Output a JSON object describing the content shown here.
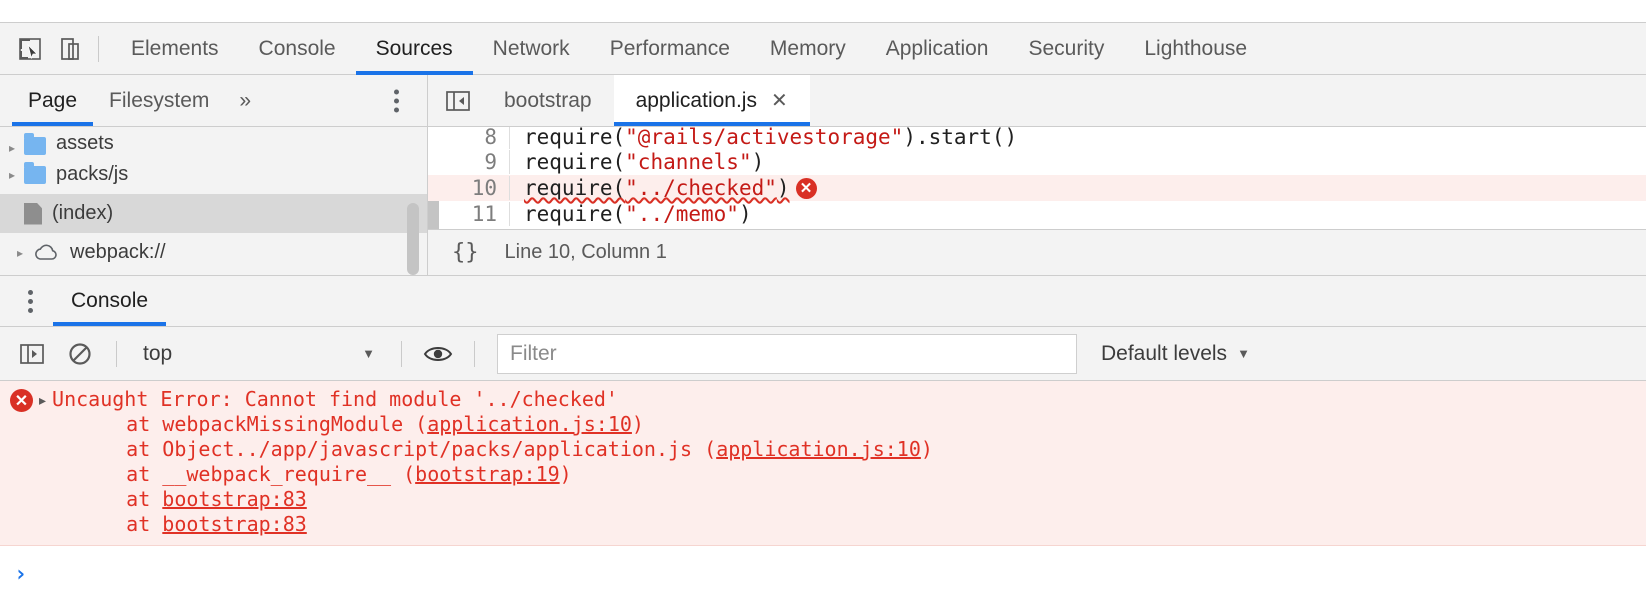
{
  "toolbar": {
    "inspect_icon": "inspect-cursor-icon",
    "device_icon": "device-toolbar-icon",
    "tabs": [
      {
        "label": "Elements",
        "active": false
      },
      {
        "label": "Console",
        "active": false
      },
      {
        "label": "Sources",
        "active": true
      },
      {
        "label": "Network",
        "active": false
      },
      {
        "label": "Performance",
        "active": false
      },
      {
        "label": "Memory",
        "active": false
      },
      {
        "label": "Application",
        "active": false
      },
      {
        "label": "Security",
        "active": false
      },
      {
        "label": "Lighthouse",
        "active": false
      }
    ]
  },
  "navigator": {
    "tabs": [
      {
        "label": "Page",
        "active": true
      },
      {
        "label": "Filesystem",
        "active": false
      }
    ],
    "more_label": "»",
    "kebab_icon": "more-options-icon",
    "tree": [
      {
        "label": "assets",
        "type": "folder",
        "arrow": true,
        "selected": false,
        "clipped": true
      },
      {
        "label": "packs/js",
        "type": "folder",
        "arrow": true,
        "selected": false,
        "clipped": false
      },
      {
        "label": "(index)",
        "type": "file",
        "arrow": false,
        "selected": true,
        "clipped": false
      },
      {
        "label": "webpack://",
        "type": "cloud",
        "arrow": true,
        "selected": false,
        "clipped": false
      }
    ]
  },
  "editor": {
    "collapse_icon": "collapse-sidebar-icon",
    "tabs": [
      {
        "label": "bootstrap",
        "active": false,
        "closable": false
      },
      {
        "label": "application.js",
        "active": true,
        "closable": true,
        "close_label": "✕"
      }
    ],
    "lines": [
      {
        "num": "8",
        "pre": "require(",
        "str": "\"@rails/activestorage\"",
        "post": ").start()",
        "error": false
      },
      {
        "num": "9",
        "pre": "require(",
        "str": "\"channels\"",
        "post": ")",
        "error": false
      },
      {
        "num": "10",
        "pre": "require(",
        "str": "\"../checked\"",
        "post": ")",
        "error": true,
        "badge": "✕"
      },
      {
        "num": "11",
        "pre": "require(",
        "str": "\"../memo\"",
        "post": ")",
        "error": false
      }
    ],
    "status": {
      "pretty_print": "{}",
      "cursor": "Line 10, Column 1"
    }
  },
  "drawer": {
    "kebab_icon": "more-tools-icon",
    "tab_label": "Console",
    "console_toolbar": {
      "sidebar_icon": "console-sidebar-icon",
      "clear_icon": "clear-console-icon",
      "context": "top",
      "context_caret": "▼",
      "eye_icon": "live-expression-eye-icon",
      "filter_placeholder": "Filter",
      "filter_value": "",
      "levels_label": "Default levels",
      "levels_caret": "▼"
    },
    "console_messages": [
      {
        "icon": "error-circle-icon",
        "disclosure": "▸",
        "text": "Uncaught Error: Cannot find module '../checked'",
        "stack": [
          {
            "prefix": "    at webpackMissingModule (",
            "link": "application.js:10",
            "suffix": ")"
          },
          {
            "prefix": "    at Object../app/javascript/packs/application.js (",
            "link": "application.js:10",
            "suffix": ")"
          },
          {
            "prefix": "    at __webpack_require__ (",
            "link": "bootstrap:19",
            "suffix": ")"
          },
          {
            "prefix": "    at ",
            "link": "bootstrap:83",
            "suffix": ""
          },
          {
            "prefix": "    at ",
            "link": "bootstrap:83",
            "suffix": ""
          }
        ]
      }
    ],
    "prompt_caret": "›"
  },
  "colors": {
    "accent": "#1a73e8",
    "error": "#d93025",
    "error_bg": "#fdeeec",
    "panel_bg": "#f3f3f3",
    "string": "#c41a16",
    "folder": "#76b5f0"
  }
}
